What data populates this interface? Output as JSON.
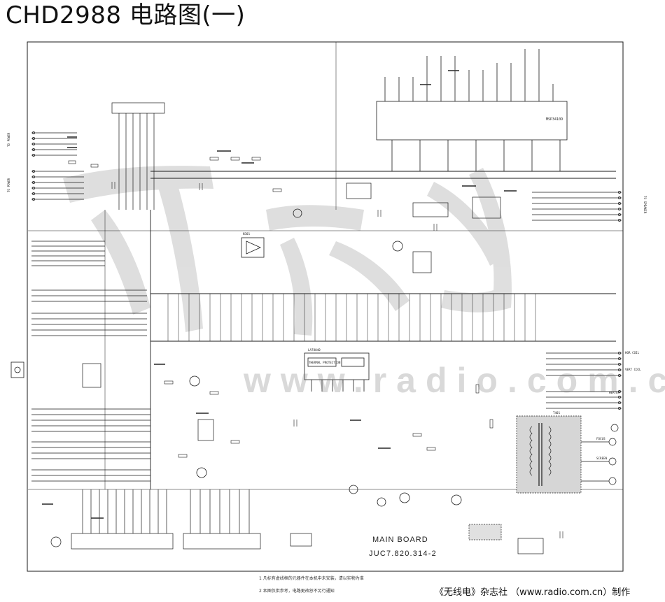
{
  "title": "CHD2988 电路图(一)",
  "board": {
    "name": "MAIN BOARD",
    "code": "JUC7.820.314-2"
  },
  "watermark": {
    "url": "www.radio.com.cn",
    "logo_text": "无线电"
  },
  "notes": {
    "note1": "1  凡标有虚线框的元器件在本机中未安装，请以实物为准",
    "note2": "2  本图仅供参考，电路更改恕不另行通知"
  },
  "credit": "《无线电》杂志社  （www.radio.com.cn）制作",
  "labels": {
    "to_power": "TO POWER",
    "to_speaker": "TO SPEAKER",
    "heater": "HEATER",
    "focus": "FOCUS",
    "screen": "SCREEN",
    "hor_coil": "HOR COIL",
    "vert_coil": "VERT COIL",
    "chip_main": "MSP3410D",
    "chip_vert": "LA78040",
    "thermal": "THERMAL PROTECTION",
    "ic_n301": "N301",
    "fbt": "T401"
  },
  "colors": {
    "ink": "#1a1a1a",
    "watermark": "#9a9a9a",
    "background": "#ffffff"
  }
}
